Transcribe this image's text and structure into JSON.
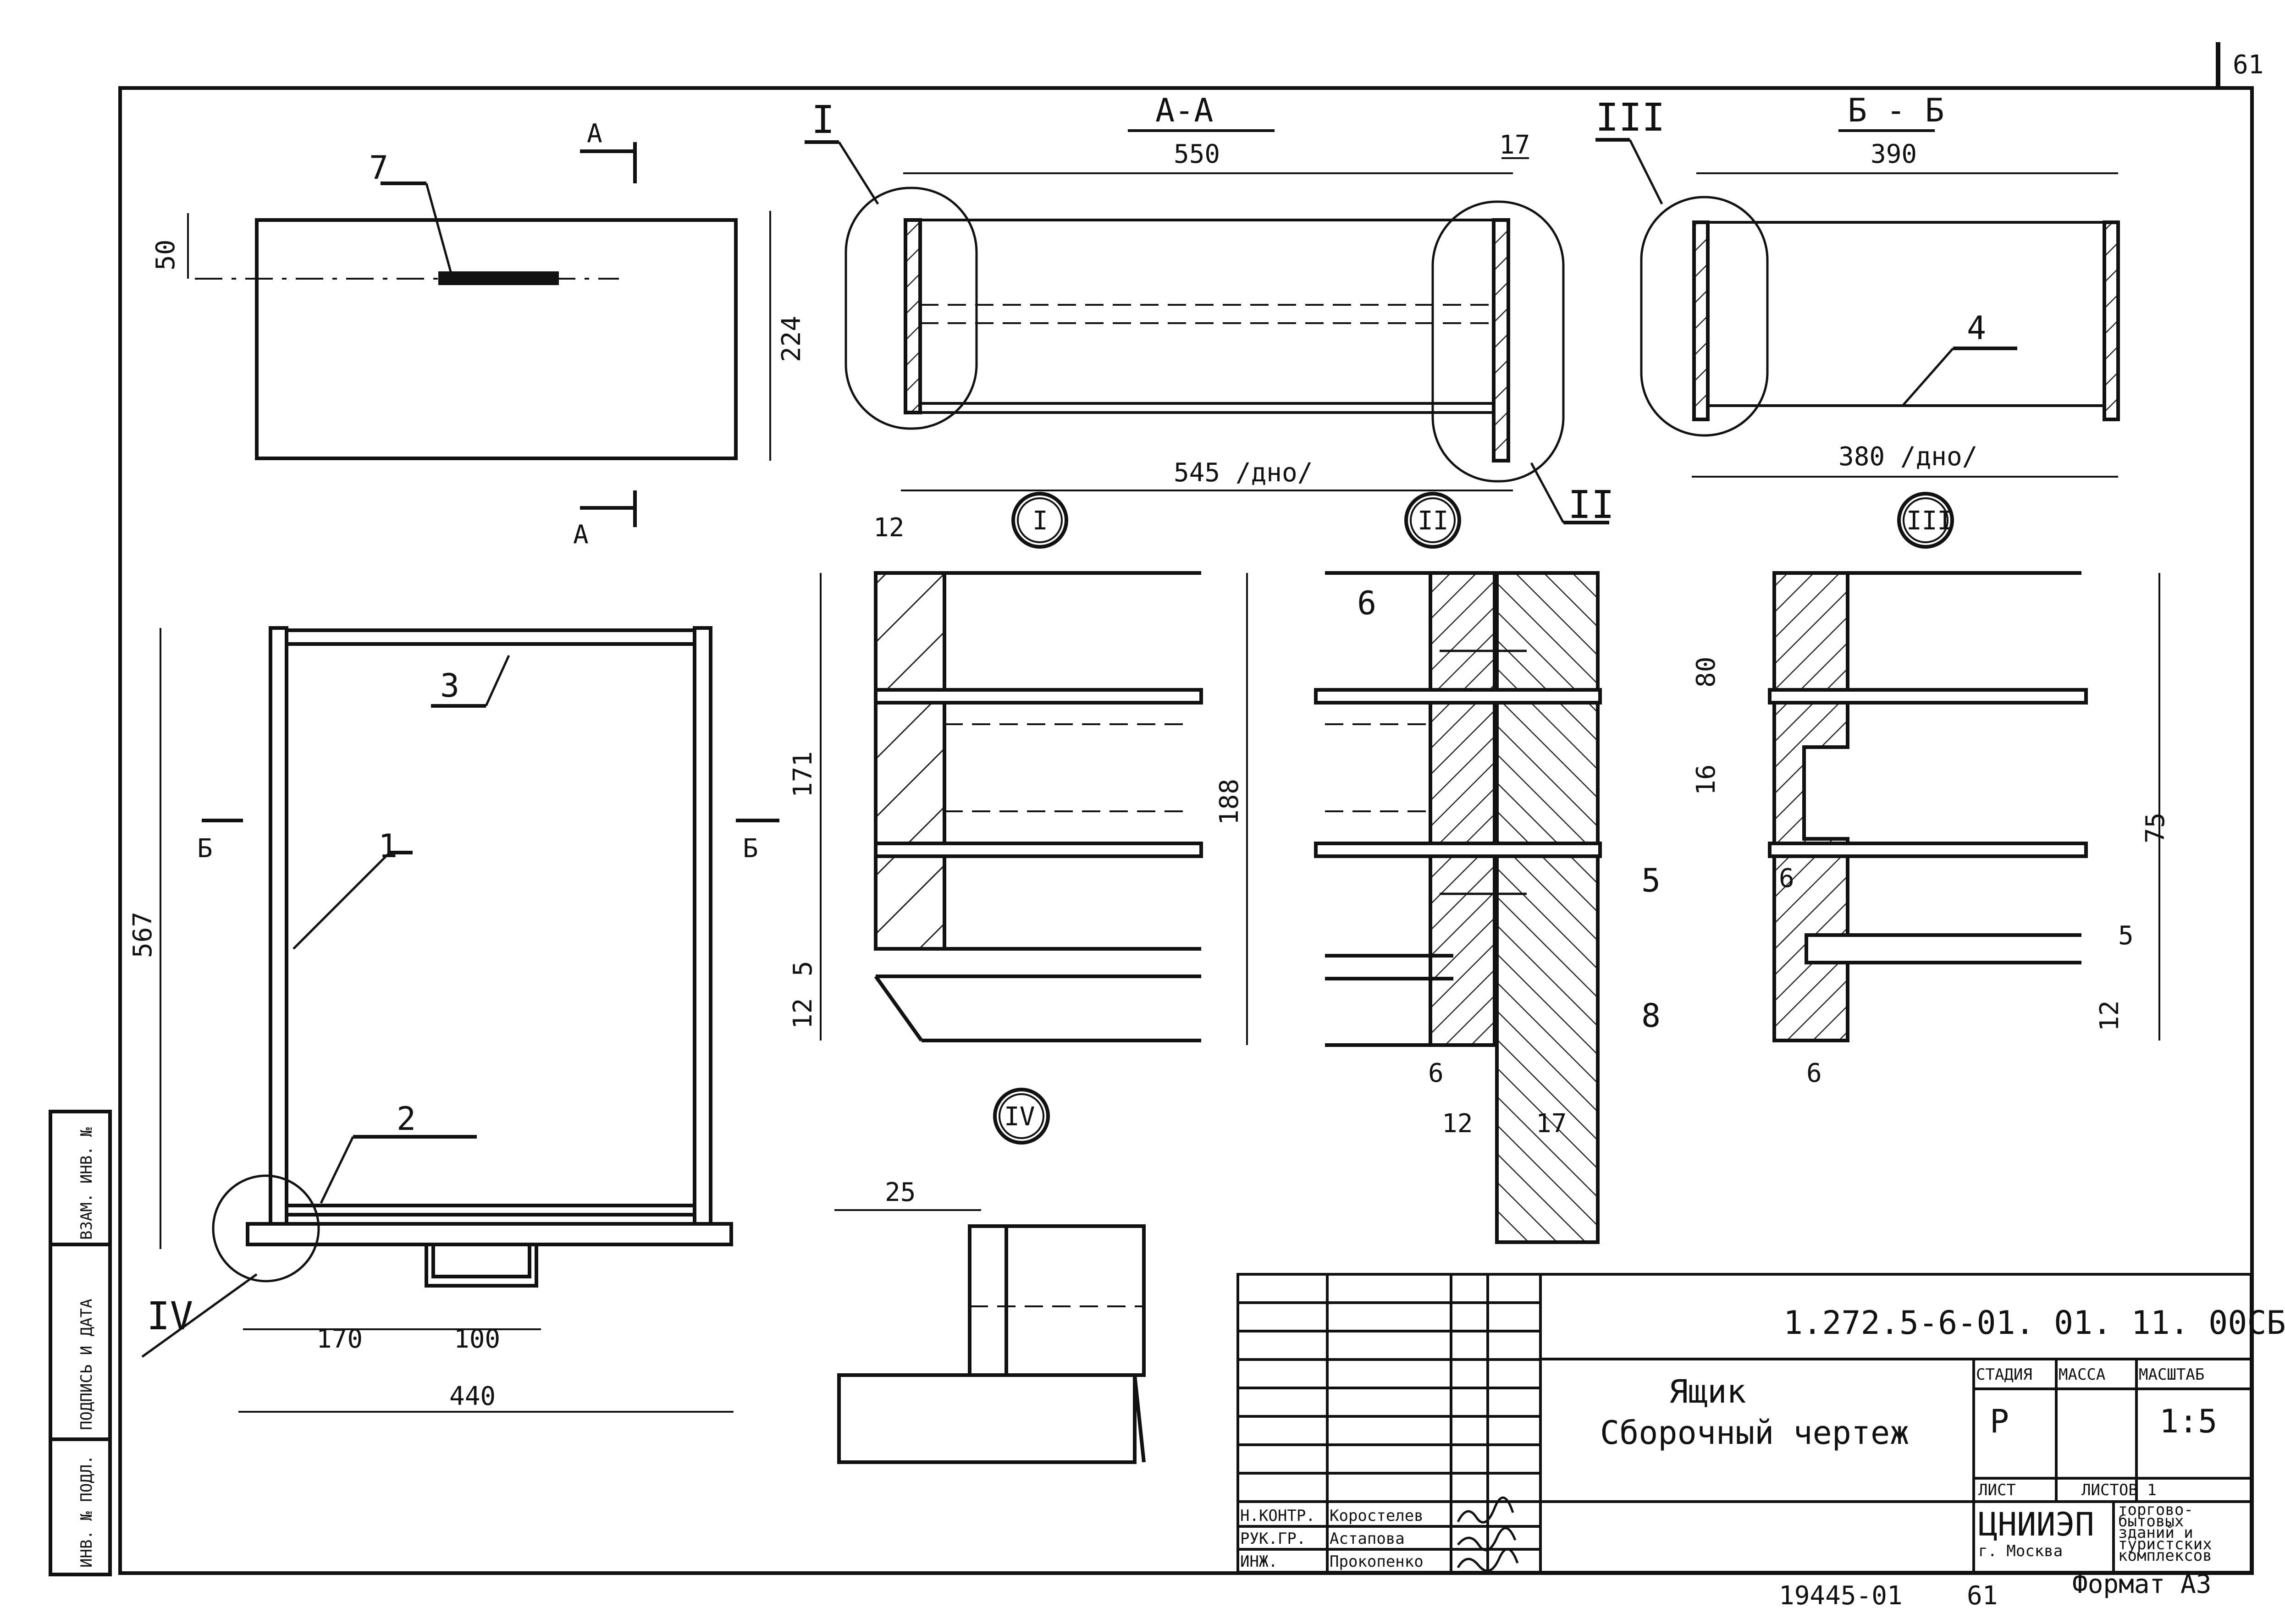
{
  "page_number": "61",
  "views": {
    "section_aa": "А-А",
    "section_bb": "Б - Б",
    "cut_a": "А",
    "cut_b": "Б"
  },
  "dimensions": {
    "front_50": "50",
    "front_224": "224",
    "aa_550": "550",
    "aa_17": "17",
    "aa_bottom": "545 /дно/",
    "bb_390": "390",
    "bb_bottom": "380 /дно/",
    "d1_12": "12",
    "d1_171": "171",
    "d1_5": "5",
    "d1_12b": "12",
    "d2_188": "188",
    "d2_6": "6",
    "d2_12": "12",
    "d2_17": "17",
    "d3_80": "80",
    "d3_16": "16",
    "d3_6": "6",
    "d3_75": "75",
    "d3_5": "5",
    "d3_12": "12",
    "d3_6b": "6",
    "plan_567": "567",
    "plan_170": "170",
    "plan_100": "100",
    "plan_440": "440",
    "d4_25": "25"
  },
  "callouts": {
    "c1": "1",
    "c2": "2",
    "c3": "3",
    "c4": "4",
    "c5": "5",
    "c6": "6",
    "c7": "7",
    "c8": "8",
    "r1": "I",
    "r2": "II",
    "r3": "III",
    "r4": "IV"
  },
  "side_stamp": {
    "col1": "ИНВ. № ПОДЛ.",
    "col2": "ПОДПИСЬ И ДАТА",
    "col3": "ВЗАМ. ИНВ. №"
  },
  "title_block": {
    "code": "1.272.5-6-01. 01. 11. 00СБ",
    "name_line1": "Ящик",
    "name_line2": "Сборочный чертеж",
    "stage_label": "СТАДИЯ",
    "mass_label": "МАССА",
    "scale_label": "МАСШТАБ",
    "stage": "Р",
    "scale": "1:5",
    "sheet_label": "ЛИСТ",
    "sheets_label": "ЛИСТОВ 1",
    "org": "ЦНИИЭП",
    "city": "г. Москва",
    "org_desc1": "торгово-",
    "org_desc2": "бытовых",
    "org_desc3": "зданий и",
    "org_desc4": "туристских",
    "org_desc5": "комплексов",
    "roles": [
      {
        "role": "Н.КОНТР.",
        "name": "Коростелев"
      },
      {
        "role": "РУК.ГР.",
        "name": "Астапова"
      },
      {
        "role": "ИНЖ.",
        "name": "Прокопенко"
      }
    ],
    "format": "Формат А3",
    "bottom_num": "19445-01",
    "bottom_page": "61"
  }
}
